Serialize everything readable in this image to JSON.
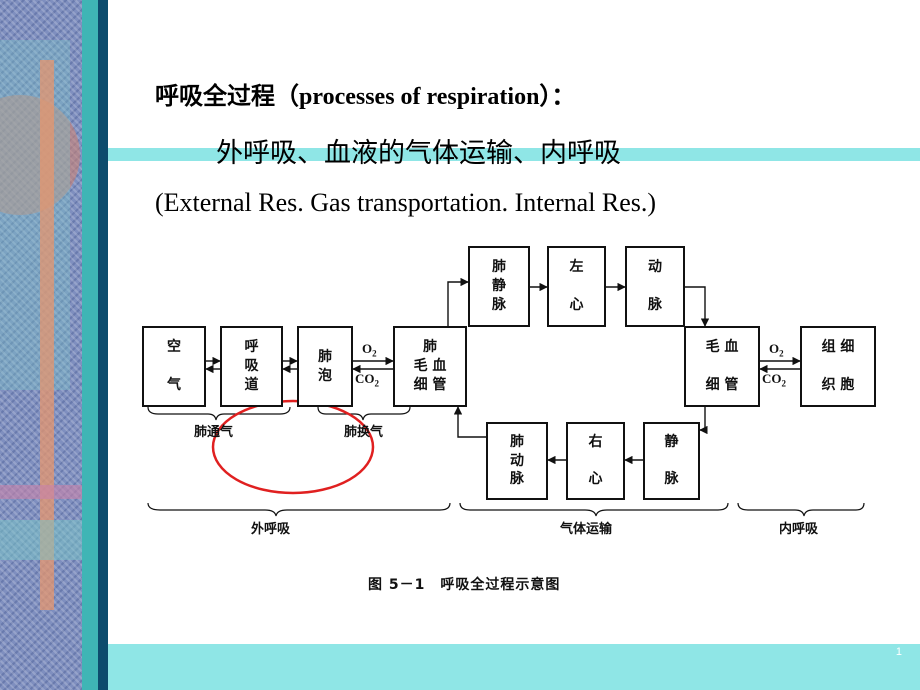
{
  "slide": {
    "title": "呼吸全过程（processes of respiration）：",
    "subtitle_cn": "外呼吸、血液的气体运输、内呼吸",
    "subtitle_en": "(External Res. Gas transportation. Internal Res.)",
    "page_number": "1"
  },
  "diagram": {
    "boxes": {
      "air": "空\n\n气",
      "airway": "呼\n吸\n道",
      "alveoli": "肺\n泡",
      "pulm_capillary": "肺\n毛 血\n细 管",
      "pulm_vein": "肺\n静\n脉",
      "left_heart": "左\n\n心",
      "artery": "动\n\n脉",
      "tissue_capillary": "毛 血\n\n细 管",
      "tissue_cells": "组 细\n\n织 胞",
      "pulm_artery": "肺\n动\n脉",
      "right_heart": "右\n\n心",
      "vein": "静\n\n脉"
    },
    "gas_labels": {
      "o2_1": "O2",
      "co2_1": "CO2",
      "o2_2": "O2",
      "co2_2": "CO2"
    },
    "brace_labels": {
      "pulm_ventilation": "肺通气",
      "pulm_exchange": "肺换气",
      "external_resp": "外呼吸",
      "gas_transport": "气体运输",
      "internal_resp": "内呼吸"
    },
    "caption": "图 5－1　呼吸全过程示意图",
    "highlight_color": "#e02020"
  }
}
